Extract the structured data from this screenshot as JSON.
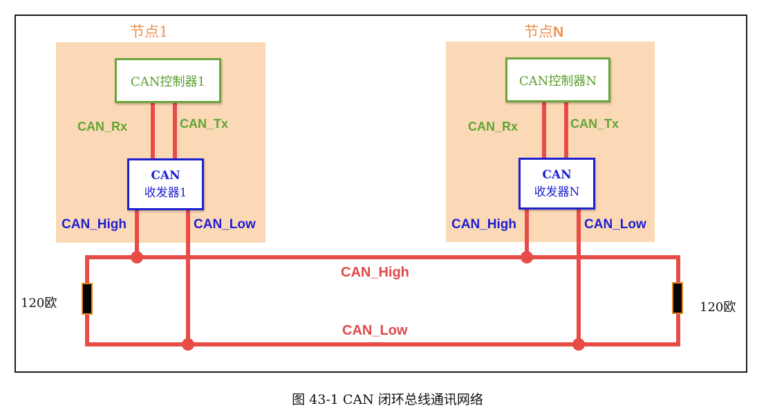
{
  "nodes": [
    {
      "title_prefix": "节点",
      "title_suffix": "1",
      "controller": "CAN控制器1",
      "rx_label": "CAN_Rx",
      "tx_label": "CAN_Tx",
      "transceiver_line1": "CAN",
      "transceiver_line2": "收发器1",
      "high_label": "CAN_High",
      "low_label": "CAN_Low"
    },
    {
      "title_prefix": "节点",
      "title_suffix": "N",
      "controller": "CAN控制器N",
      "rx_label": "CAN_Rx",
      "tx_label": "CAN_Tx",
      "transceiver_line1": "CAN",
      "transceiver_line2": "收发器N",
      "high_label": "CAN_High",
      "low_label": "CAN_Low"
    }
  ],
  "bus": {
    "high_label": "CAN_High",
    "low_label": "CAN_Low"
  },
  "terminators": {
    "left_label": "120欧",
    "right_label": "120欧"
  },
  "caption": "图 43-1 CAN 闭环总线通讯网络",
  "colors": {
    "wire": "#e84c47",
    "node_background": "#fcd9b6",
    "controller": "#5aa02e",
    "transceiver": "#1c1fd0",
    "node_title": "#f0904a",
    "resistor_body": "#050505",
    "resistor_border": "#e4861d"
  }
}
